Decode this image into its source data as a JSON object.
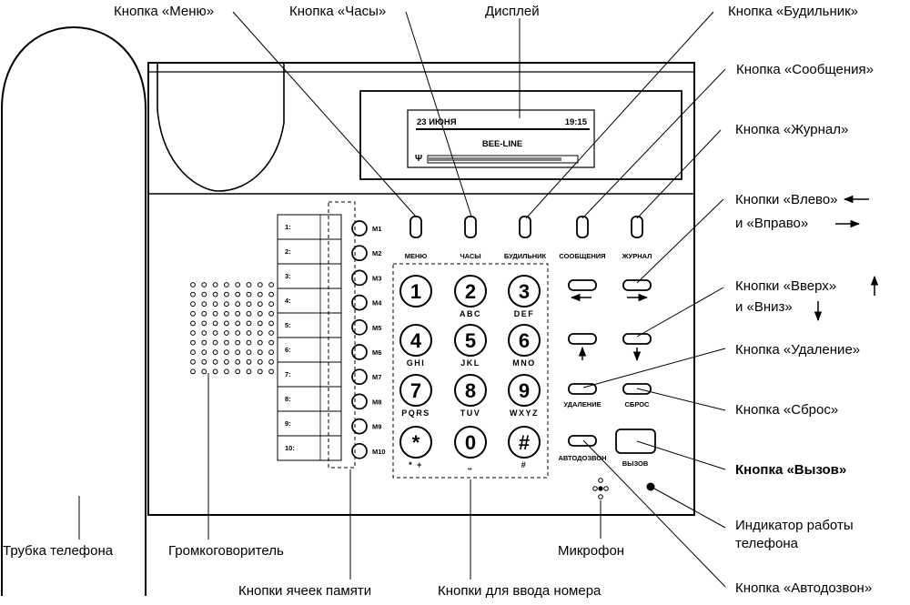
{
  "display": {
    "date": "23 ИЮНЯ",
    "time": "19:15",
    "operator": "BEE-LINE",
    "signal_level": 0.9
  },
  "top_buttons": [
    "МЕНЮ",
    "ЧАСЫ",
    "БУДИЛЬНИК",
    "СООБЩЕНИЯ",
    "ЖУРНАЛ"
  ],
  "memory": {
    "slots": [
      "1:",
      "2:",
      "3:",
      "4:",
      "5:",
      "6:",
      "7:",
      "8:",
      "9:",
      "10:"
    ],
    "buttons": [
      "M1",
      "M2",
      "M3",
      "M4",
      "M5",
      "M6",
      "M7",
      "M8",
      "M9",
      "M10"
    ]
  },
  "keypad": [
    {
      "key": "1",
      "sub": ""
    },
    {
      "key": "2",
      "sub": "ABC"
    },
    {
      "key": "3",
      "sub": "DEF"
    },
    {
      "key": "4",
      "sub": "GHI"
    },
    {
      "key": "5",
      "sub": "JKL"
    },
    {
      "key": "6",
      "sub": "MNO"
    },
    {
      "key": "7",
      "sub": "PQRS"
    },
    {
      "key": "8",
      "sub": "TUV"
    },
    {
      "key": "9",
      "sub": "WXYZ"
    },
    {
      "key": "*",
      "sub": "* +"
    },
    {
      "key": "0",
      "sub": "⎵"
    },
    {
      "key": "#",
      "sub": "#"
    }
  ],
  "side_buttons": {
    "delete": "УДАЛЕНИЕ",
    "reset": "СБРОС",
    "redial": "АВТОДОЗВОН",
    "call": "ВЫЗОВ"
  },
  "labels": {
    "menu": "Кнопка «Меню»",
    "clock": "Кнопка «Часы»",
    "display": "Дисплей",
    "alarm": "Кнопка «Будильник»",
    "messages": "Кнопка «Сообщения»",
    "journal": "Кнопка «Журнал»",
    "left_right_1": "Кнопки «Влево»",
    "left_right_2": "и «Вправо»",
    "up_down_1": "Кнопки «Вверх»",
    "up_down_2": "и «Вниз»",
    "delete": "Кнопка «Удаление»",
    "reset": "Кнопка «Сброс»",
    "call": "Кнопка «Вызов»",
    "indicator_1": "Индикатор работы",
    "indicator_2": "телефона",
    "redial": "Кнопка «Автодозвон»",
    "handset": "Трубка телефона",
    "speaker": "Громкоговоритель",
    "memory_cells": "Кнопки ячеек памяти",
    "number_keys": "Кнопки для ввода номера",
    "microphone": "Микрофон"
  }
}
